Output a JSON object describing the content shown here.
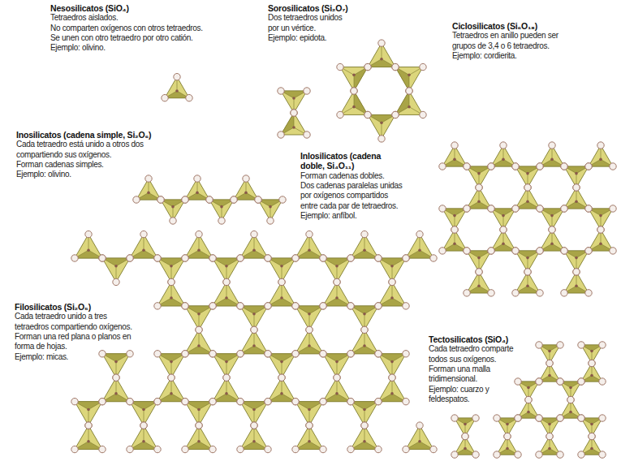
{
  "diagram": {
    "labels": [
      "Nesosilicatos (SiO₄)",
      "Tetraedros aislados.",
      "No comparten oxígenos con otros tetraedros.",
      "Se unen con otro tetraedro por otro catión.",
      "Ejemplo: olivino.",
      "Sorosilicatos (Si₂O₇)",
      "Dos tetraedros unidos",
      "por un vértice.",
      "Ejemplo: epidota.",
      "Ciclosilicatos (Si₆O₁₈)",
      "Tetraedros en anillo pueden ser",
      "grupos de 3,4 o 6 tetraedros.",
      "Ejemplo: cordierita.",
      "Inosilicatos (cadena simple, Si₂O₆)",
      "Cada tetraedro está unido a otros dos",
      "compartiendo sus oxígenos.",
      "Forman cadenas simples.",
      "Ejemplo: olivino.",
      "Inlosilicatos (cadena",
      "doble, Si₄O₁₁)",
      "Forman cadenas dobles.",
      "Dos cadenas paralelas unidas",
      "por oxígenos compartidos",
      "entre cada par de tetraedros.",
      "Ejemplo: anfíbol.",
      "Filosilicatos (Si₂O₅)",
      "Cada tetraedro unido a tres",
      "tetraedros compartiendo oxígenos.",
      "Forman una red plana o planos en",
      "forma de hojas.",
      "Ejemplo: micas.",
      "Tectosilicatos (SiO₄)",
      "Cada tetraedro comparte",
      "todos sus oxígenos.",
      "Forman una malla",
      "tridimensional.",
      "Ejemplo: cuarzo y",
      "feldespatos."
    ]
  }
}
